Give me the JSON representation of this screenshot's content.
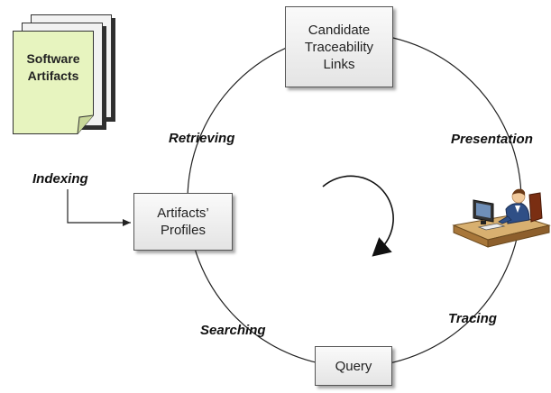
{
  "nodes": {
    "candidate_links": "Candidate\nTraceability\nLinks",
    "artifacts_profiles": "Artifacts’\nProfiles",
    "query": "Query",
    "software_artifacts": "Software\nArtifacts"
  },
  "edge_labels": {
    "retrieving": "Retrieving",
    "presentation": "Presentation",
    "tracing": "Tracing",
    "searching": "Searching",
    "indexing": "Indexing"
  },
  "icons": {
    "user": "person-at-computer-icon",
    "cycle": "cycle-arrow-icon"
  },
  "colors": {
    "document_fill": "#e7f4bf",
    "box_fill": "#eeeeee"
  }
}
